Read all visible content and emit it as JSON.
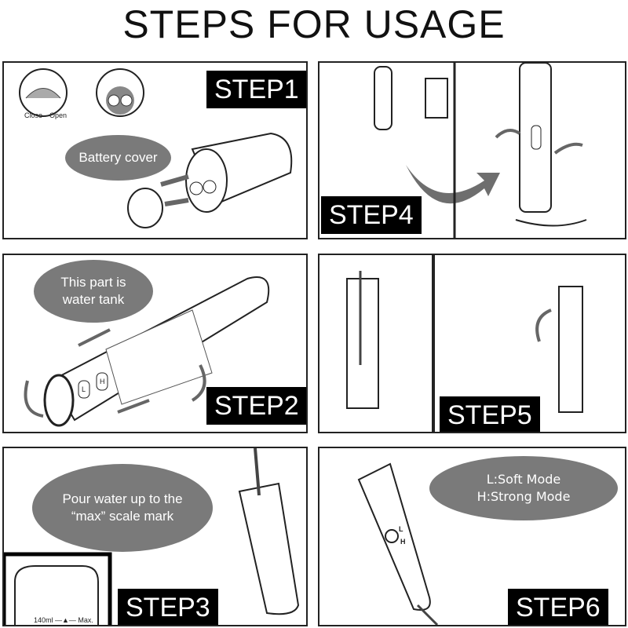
{
  "title": "STEPS FOR USAGE",
  "steps": {
    "step1": {
      "label": "STEP1",
      "bubble": "Battery cover",
      "dial_labels": {
        "close": "Close",
        "open": "Open"
      }
    },
    "step2": {
      "label": "STEP2",
      "bubble_line1": "This part is",
      "bubble_line2": "water tank",
      "buttons": {
        "low": "L",
        "high": "H"
      }
    },
    "step3": {
      "label": "STEP3",
      "bubble_line1": "Pour water up to the",
      "bubble_line2": "“max”  scale mark",
      "scale_text": "140ml —▲— Max."
    },
    "step4": {
      "label": "STEP4"
    },
    "step5": {
      "label": "STEP5"
    },
    "step6": {
      "label": "STEP6",
      "bubble_line1": "L:Soft Mode",
      "bubble_line2": "H:Strong Mode",
      "buttons": {
        "low": "L",
        "high": "H"
      }
    }
  },
  "colors": {
    "bubble": "#7a7a7a",
    "label_bg": "#000000",
    "arrow": "#6e6e6e"
  }
}
